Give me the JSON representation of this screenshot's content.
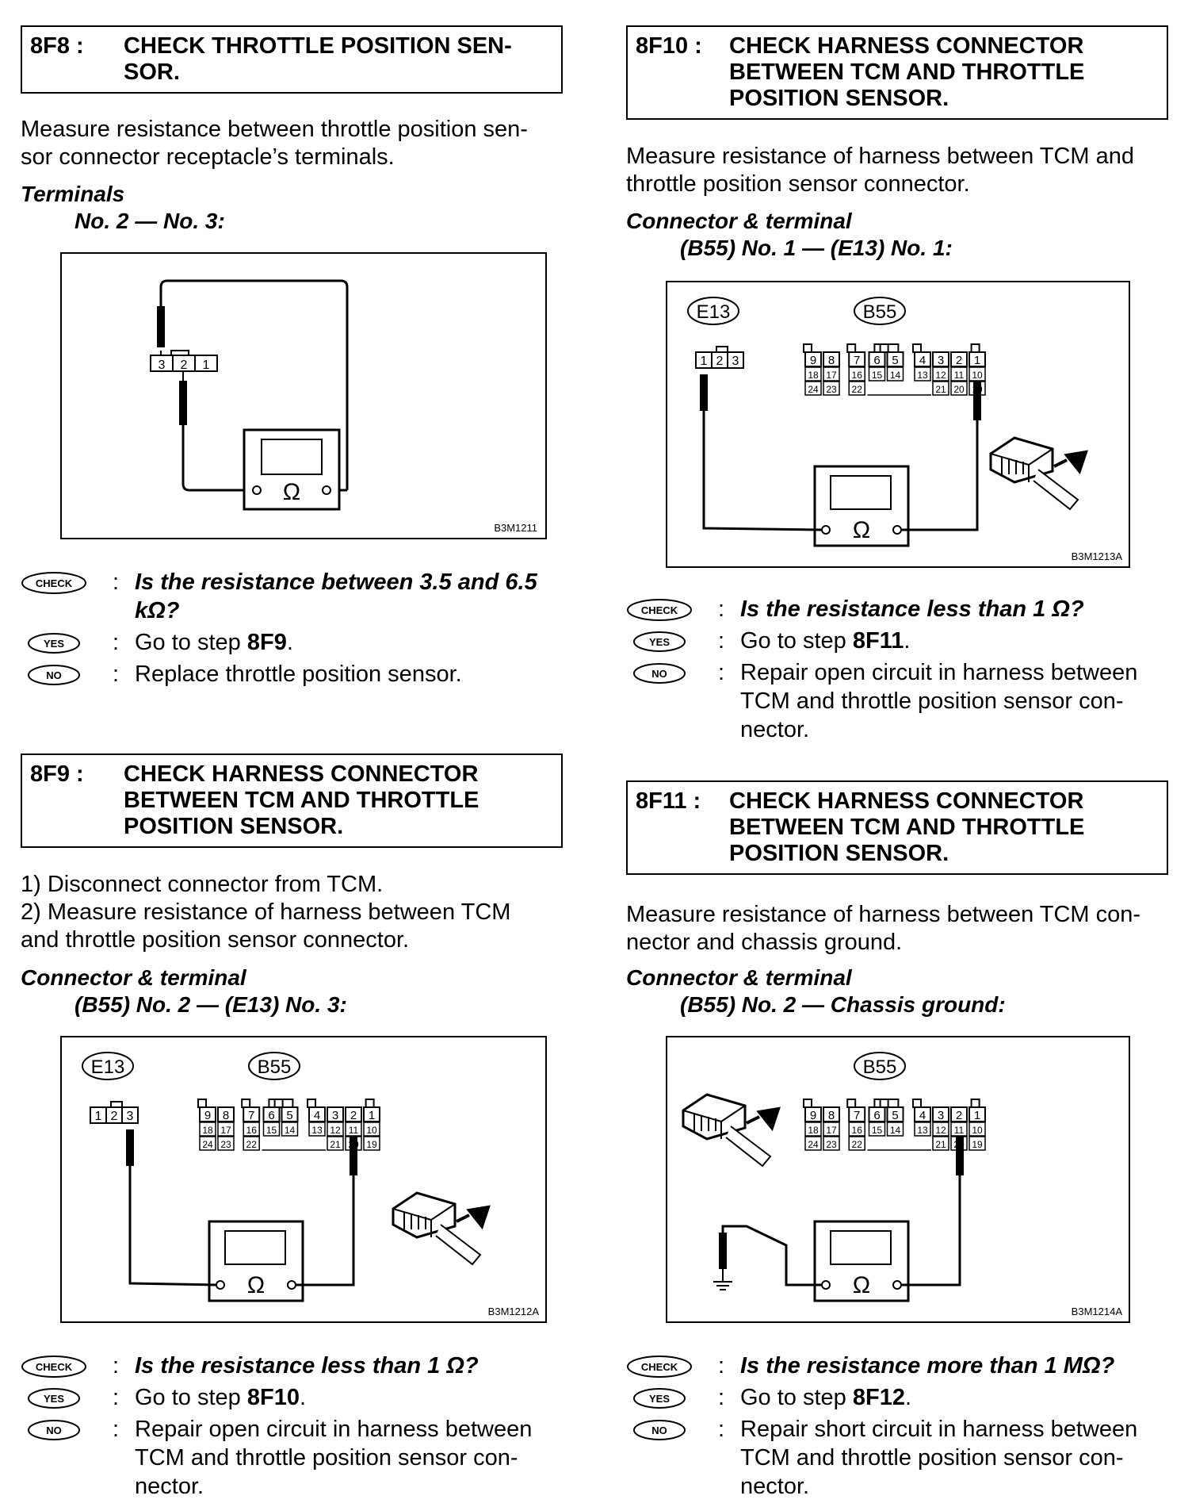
{
  "steps": {
    "f8": {
      "id": "8F8 :",
      "title": [
        "CHECK THROTTLE POSITION SEN-",
        "SOR."
      ],
      "intro": [
        "Measure resistance between throttle position sen-",
        "sor connector receptacle’s terminals."
      ],
      "label1": "Terminals",
      "label2": "No. 2 — No. 3:",
      "figure_code": "B3M1211",
      "connector_pins": [
        "3",
        "2",
        "1"
      ],
      "check": "Is the resistance between 3.5 and 6.5",
      "check2": "kΩ?",
      "yes_prefix": "Go to step ",
      "yes_step": "8F9",
      "yes_suffix": ".",
      "no": "Replace throttle position sensor."
    },
    "f9": {
      "id": "8F9 :",
      "title": [
        "CHECK HARNESS CONNECTOR",
        "BETWEEN TCM AND THROTTLE",
        "POSITION SENSOR."
      ],
      "intro": [
        "1)  Disconnect connector from TCM.",
        "2)  Measure resistance of harness between TCM",
        "and throttle position sensor connector."
      ],
      "label1": "Connector & terminal",
      "label2": "(B55) No. 2 — (E13) No. 3:",
      "figure_code": "B3M1212A",
      "check": "Is the resistance less than 1 Ω?",
      "yes_prefix": "Go to step ",
      "yes_step": "8F10",
      "yes_suffix": ".",
      "no": [
        "Repair open circuit in harness between",
        "TCM and throttle position sensor con-",
        "nector."
      ]
    },
    "f10": {
      "id": "8F10 :",
      "title": [
        "CHECK HARNESS CONNECTOR",
        "BETWEEN TCM AND THROTTLE",
        "POSITION SENSOR."
      ],
      "intro": [
        "Measure resistance of harness between TCM and",
        "throttle position sensor connector."
      ],
      "label1": "Connector & terminal",
      "label2": "(B55) No. 1 — (E13) No. 1:",
      "figure_code": "B3M1213A",
      "check": "Is the resistance less than 1 Ω?",
      "yes_prefix": "Go to step ",
      "yes_step": "8F11",
      "yes_suffix": ".",
      "no": [
        "Repair open circuit in harness between",
        "TCM and throttle position sensor con-",
        "nector."
      ]
    },
    "f11": {
      "id": "8F11 :",
      "title": [
        "CHECK HARNESS CONNECTOR",
        "BETWEEN TCM AND THROTTLE",
        "POSITION SENSOR."
      ],
      "intro": [
        "Measure resistance of harness between TCM con-",
        "nector and chassis ground."
      ],
      "label1": "Connector & terminal",
      "label2": "(B55) No. 2 — Chassis ground:",
      "figure_code": "B3M1214A",
      "check": "Is the resistance more than 1 MΩ?",
      "yes_prefix": "Go to step ",
      "yes_step": "8F12",
      "yes_suffix": ".",
      "no": [
        "Repair short circuit in harness between",
        "TCM and throttle position sensor con-",
        "nector."
      ]
    }
  },
  "badges": {
    "check": "CHECK",
    "yes": "YES",
    "no": "NO"
  },
  "connectors": {
    "e13_label": "E13",
    "b55_label": "B55",
    "e13_pins": [
      "1",
      "2",
      "3"
    ],
    "b55_row1": [
      "9",
      "8",
      "7",
      "6",
      "5",
      "4",
      "3",
      "2",
      "1"
    ],
    "b55_row2": [
      "18",
      "17",
      "16",
      "15",
      "14",
      "13",
      "12",
      "11",
      "10"
    ],
    "b55_row3": [
      "24",
      "23",
      "22",
      "21",
      "20",
      "19"
    ],
    "ohm": "Ω"
  }
}
